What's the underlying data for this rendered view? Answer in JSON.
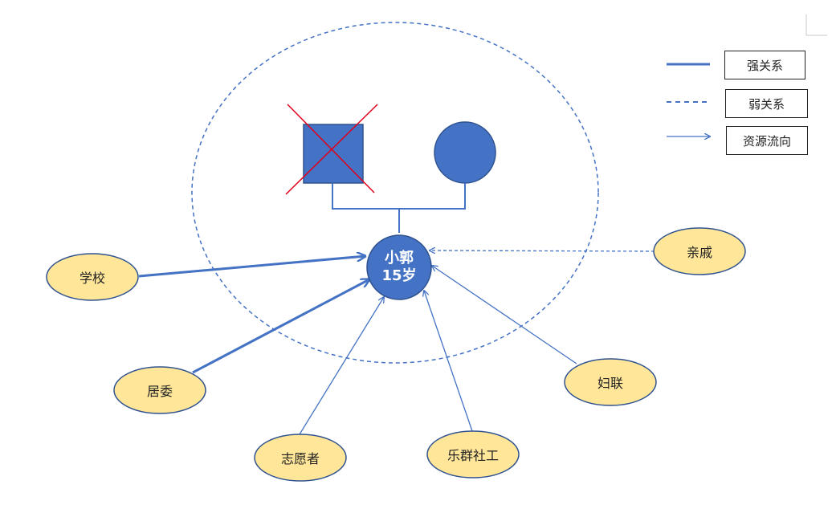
{
  "center": {
    "name": "小郭",
    "age": "15岁"
  },
  "legend": {
    "strong_label": "强关系",
    "weak_label": "弱关系",
    "flow_label": "资源流向"
  },
  "nodes": {
    "school": "学校",
    "relatives": "亲戚",
    "residents_committee": "居委",
    "womens_federation": "妇联",
    "volunteer": "志愿者",
    "social_worker": "乐群社工"
  },
  "colors": {
    "blue": "#4472C4",
    "node_fill": "#FFE699",
    "cross": "#E0001B"
  }
}
